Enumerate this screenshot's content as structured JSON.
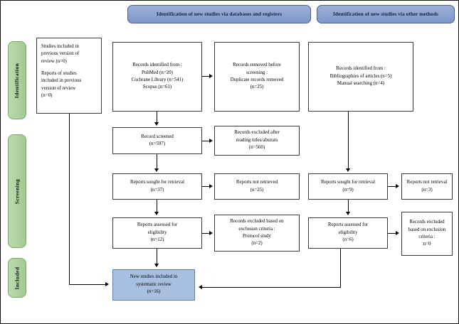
{
  "diagram": {
    "title": "PRISMA flow diagram",
    "colors": {
      "header_blue": "#7e98c8",
      "stage_green": "#a3c894",
      "included_blue": "#a8c0e0",
      "box_border": "#3b3b3b",
      "background": "#ffffff"
    },
    "headers": [
      {
        "id": "databases",
        "label": "Identification of new studies via databases and registers"
      },
      {
        "id": "other-methods",
        "label": "Identification of new studies via other methods"
      }
    ],
    "stages": [
      {
        "id": "identification",
        "label": "Identification"
      },
      {
        "id": "screening",
        "label": "Screening"
      },
      {
        "id": "included",
        "label": "Included"
      }
    ],
    "boxes": {
      "previous_version": {
        "line1": "Studies included in",
        "line2": "previous version of",
        "line3": "review (n=0)",
        "line4": "Reports of studies",
        "line5": "included in previous",
        "line6": "version of review",
        "line7": "(n=0)"
      },
      "records_identified_db": {
        "line1": "Records identified from :",
        "line2": "PubMed (n=20)",
        "line3": "Cochrane Library (n=541)",
        "line4": "Scopus (n=61)"
      },
      "records_removed": {
        "line1": "Records removed before",
        "line2": "screening :",
        "line3": "Duplicate records removed",
        "line4": "(n=25)"
      },
      "records_identified_other": {
        "line1": "Records identified from :",
        "line2": "Bibliographies of articles (n=5)",
        "line3": "Manual searching (n=4)"
      },
      "records_screened": {
        "line1": "Record screened",
        "line2": "(n=597)"
      },
      "records_excluded_titles": {
        "line1": "Records excluded after",
        "line2": "reading titles/abstrats",
        "line3": "(n=560)"
      },
      "reports_sought_db": {
        "line1": "Reports sought for retrieval",
        "line2": "(n=37)"
      },
      "reports_not_retrieved_db": {
        "line1": "Reports not retrieved",
        "line2": "(n=25)"
      },
      "reports_sought_other": {
        "line1": "Reports sought for retrieval",
        "line2": "(n=9)"
      },
      "reports_not_retrieved_other": {
        "line1": "Reports not retrieval",
        "line2": "(n=3)"
      },
      "reports_assessed_db": {
        "line1": "Reports assessed for",
        "line2": "eligibility",
        "line3": "(n=12)"
      },
      "records_excluded_criteria_db": {
        "line1": "Records excluded based on",
        "line2": "exclusion criteria :",
        "line3": "Protocol study",
        "line4": "(n=2)"
      },
      "reports_assessed_other": {
        "line1": "Reports assessed for",
        "line2": "eligibility",
        "line3": "(n=6)"
      },
      "records_excluded_criteria_other": {
        "line1": "Records excluded",
        "line2": "based on exclusion",
        "line3": "criteria :",
        "line4": "n=0"
      },
      "new_studies_included": {
        "line1": "New studies included in",
        "line2": "systematic review",
        "line3": "(n=16)"
      }
    }
  }
}
